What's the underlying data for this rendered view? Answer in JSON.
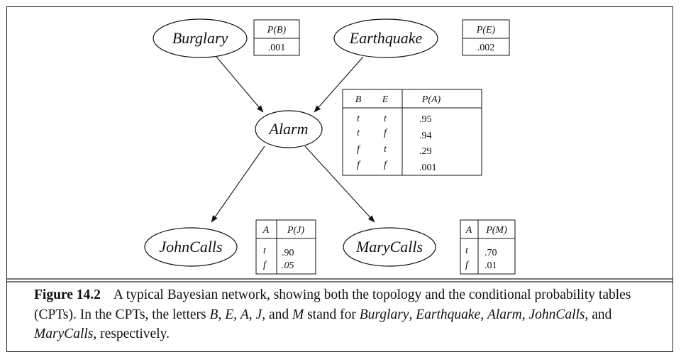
{
  "nodes": {
    "burglary": "Burglary",
    "earthquake": "Earthquake",
    "alarm": "Alarm",
    "johncalls": "JohnCalls",
    "marycalls": "MaryCalls"
  },
  "cpts": {
    "burglary": {
      "header": "P(B)",
      "value": ".001"
    },
    "earthquake": {
      "header": "P(E)",
      "value": ".002"
    },
    "alarm": {
      "headers": [
        "B",
        "E",
        "P(A)"
      ],
      "rows": [
        [
          "t",
          "t",
          ".95"
        ],
        [
          "t",
          "f",
          ".94"
        ],
        [
          "f",
          "t",
          ".29"
        ],
        [
          "f",
          "f",
          ".001"
        ]
      ]
    },
    "johncalls": {
      "headers": [
        "A",
        "P(J)"
      ],
      "rows": [
        [
          "t",
          ".90"
        ],
        [
          "f",
          ".05"
        ]
      ]
    },
    "marycalls": {
      "headers": [
        "A",
        "P(M)"
      ],
      "rows": [
        [
          "t",
          ".70"
        ],
        [
          "f",
          ".01"
        ]
      ]
    }
  },
  "caption": {
    "label": "Figure 14.2",
    "text1": "A typical Bayesian network, showing both the topology and the conditional probability tables (CPTs). In the CPTs, the letters",
    "B": "B",
    "E": "E",
    "A": "A",
    "J": "J",
    "M": "M",
    "and": "and",
    "stand_for": "stand for",
    "n1": "Burglary",
    "n2": "Earthquake",
    "n3": "Alarm",
    "n4": "JohnCalls",
    "n5": "MaryCalls",
    "respectively": "respectively."
  }
}
